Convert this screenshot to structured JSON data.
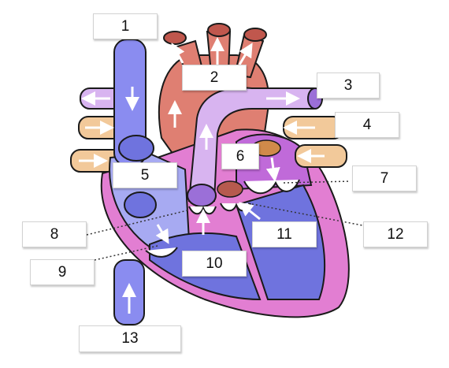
{
  "labels": {
    "l1": "1",
    "l2": "2",
    "l3": "3",
    "l4": "4",
    "l5": "5",
    "l6": "6",
    "l7": "7",
    "l8": "8",
    "l9": "9",
    "l10": "10",
    "l11": "11",
    "l12": "12",
    "l13": "13"
  },
  "colors": {
    "vena_cava": "#8a8cf0",
    "aorta": "#df7f72",
    "pulmonary_artery": "#d8b4f0",
    "pulmonary_veins": "#f2c99a",
    "right_atrium": "#a7aaf2",
    "left_atrium": "#c06ad9",
    "ventricle": "#6f73de",
    "myocardium": "#e27ed2",
    "outline": "#1a1a1a"
  }
}
